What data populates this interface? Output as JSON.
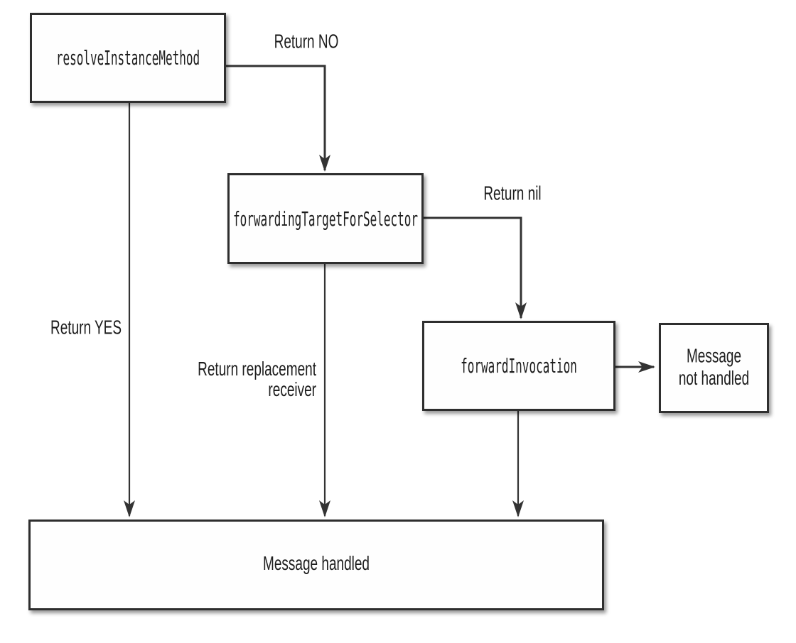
{
  "colors": {
    "background": "#ffffff",
    "box_border": "#2e2e2e",
    "box_fill": "#fefefe",
    "text": "#1d1d1d",
    "line": "#333333"
  },
  "nodes": {
    "resolve_instance_method": {
      "label": "resolveInstanceMethod"
    },
    "forwarding_target_for_selector": {
      "label": "forwardingTargetForSelector"
    },
    "forward_invocation": {
      "label": "forwardInvocation"
    },
    "message_not_handled": {
      "line1": "Message",
      "line2": "not handled"
    },
    "message_handled": {
      "label": "Message handled"
    }
  },
  "edge_labels": {
    "return_no": "Return NO",
    "return_nil": "Return nil",
    "return_yes": "Return YES",
    "return_replacement_line1": "Return replacement",
    "return_replacement_line2": "receiver"
  }
}
